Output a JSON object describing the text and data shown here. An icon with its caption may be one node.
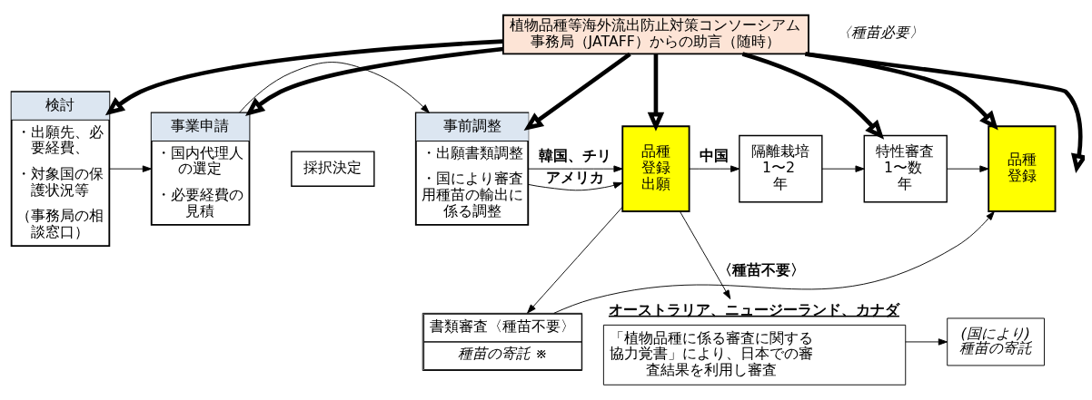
{
  "diagram": {
    "nodes": [
      {
        "text": [
          "植物品種等海外流出防止対策コンソーシアム事務局（JATAFF）からの助言（随時）"
        ]
      },
      {
        "text": [
          "検討",
          "・出願先、必要経費、",
          "・対象国の保護状況等",
          "（事務局の相談窓口）"
        ]
      },
      {
        "text": [
          "事業申請",
          "・国内代理人の選定",
          "・必要経費の見積"
        ]
      },
      {
        "text": [
          "採択決定"
        ]
      },
      {
        "text": [
          "事前調整",
          "・出願書類調整",
          "・国により審査用種苗の輸出に係る調整"
        ]
      },
      {
        "text": [
          "品種登録出願"
        ]
      },
      {
        "text": [
          "隔離栽培 1〜2年"
        ]
      },
      {
        "text": [
          "特性審査 1〜数年"
        ]
      },
      {
        "text": [
          "書類審査〈種苗不要〉",
          "種苗の寄託 ※"
        ]
      },
      {
        "text": [
          "オーストラリア、ニュージーランド、カナダ",
          "「植物品種に係る審査に関する協力覚書」により、日本での審査結果を利用し審査"
        ]
      },
      {
        "text": [
          "品種登録"
        ]
      },
      {
        "text": [
          "(国により)種苗の寄託"
        ]
      }
    ],
    "edges": [
      {
        "from": 0,
        "to": 1,
        "arrow": "to",
        "style": "thick"
      },
      {
        "from": 0,
        "to": 2,
        "arrow": "to",
        "style": "thick"
      },
      {
        "from": 0,
        "to": 4,
        "arrow": "to",
        "style": "thick"
      },
      {
        "from": 0,
        "to": 5,
        "arrow": "to",
        "style": "thick"
      },
      {
        "from": 0,
        "to": null,
        "arrow": "to",
        "style": "thick"
      },
      {
        "from": 0,
        "to": 7,
        "arrow": "to",
        "style": "thick"
      },
      {
        "from": 0,
        "to": 10,
        "arrow": "to",
        "style": "thick"
      },
      {
        "from": 1,
        "to": 2,
        "arrow": "to"
      },
      {
        "from": 2,
        "to": 4,
        "arrow": "to"
      },
      {
        "from": 4,
        "to": 5,
        "arrow": "to",
        "label": "韓国、チリ"
      },
      {
        "from": 4,
        "to": 5,
        "arrow": "to",
        "label": "アメリカ"
      },
      {
        "from": 5,
        "to": 6,
        "arrow": "to",
        "label": "中国"
      },
      {
        "from": 6,
        "to": 7,
        "arrow": "to"
      },
      {
        "from": 7,
        "to": 10,
        "arrow": "to"
      },
      {
        "from": 5,
        "to": 8,
        "arrow": "to"
      },
      {
        "from": 8,
        "to": 10,
        "arrow": "to"
      },
      {
        "from": 5,
        "to": 9,
        "arrow": "to",
        "label": "〈種苗不要〉"
      },
      {
        "from": 9,
        "to": 11,
        "arrow": "to"
      }
    ],
    "labels": [
      "〈種苗必要〉"
    ]
  }
}
